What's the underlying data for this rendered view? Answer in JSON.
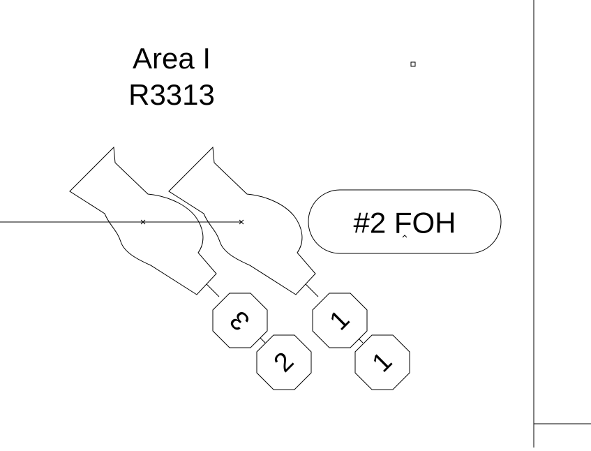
{
  "area": {
    "name": "Area I",
    "room": "R3313"
  },
  "position_label": "#2 FOH",
  "units": [
    {
      "number": "3"
    },
    {
      "number": "2"
    },
    {
      "number": "1"
    },
    {
      "number": "1"
    }
  ],
  "colors": {
    "stroke": "#000000",
    "background": "#ffffff"
  }
}
